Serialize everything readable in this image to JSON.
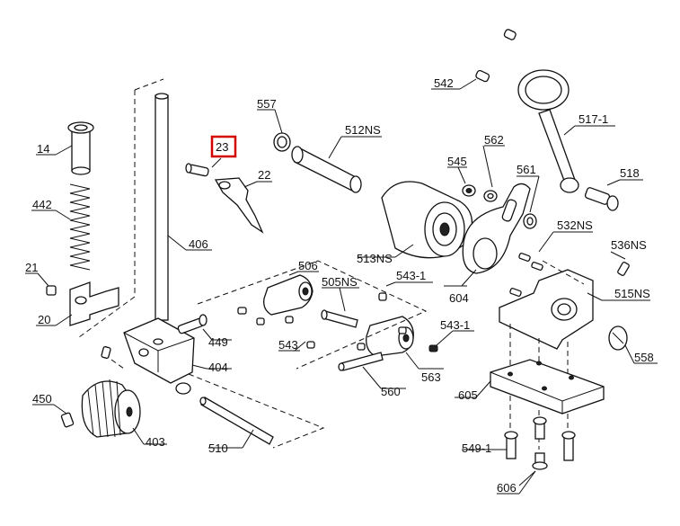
{
  "labels": {
    "p14": "14",
    "p442": "442",
    "p21": "21",
    "p20": "20",
    "p406": "406",
    "p23": "23",
    "p22": "22",
    "p557": "557",
    "p512NS": "512NS",
    "p542": "542",
    "p517_1": "517-1",
    "p562": "562",
    "p545": "545",
    "p561": "561",
    "p518": "518",
    "p532NS": "532NS",
    "p536NS": "536NS",
    "p513NS": "513NS",
    "p506": "506",
    "p505NS": "505NS",
    "p543_1a": "543-1",
    "p604": "604",
    "p515NS": "515NS",
    "p543": "543",
    "p543_1b": "543-1",
    "p449": "449",
    "p404": "404",
    "p563": "563",
    "p558": "558",
    "p560": "560",
    "p605": "605",
    "p450": "450",
    "p403": "403",
    "p510": "510",
    "p549_1": "549-1",
    "p606": "606"
  },
  "highlight": {
    "color": "#d40000",
    "target": "23"
  }
}
